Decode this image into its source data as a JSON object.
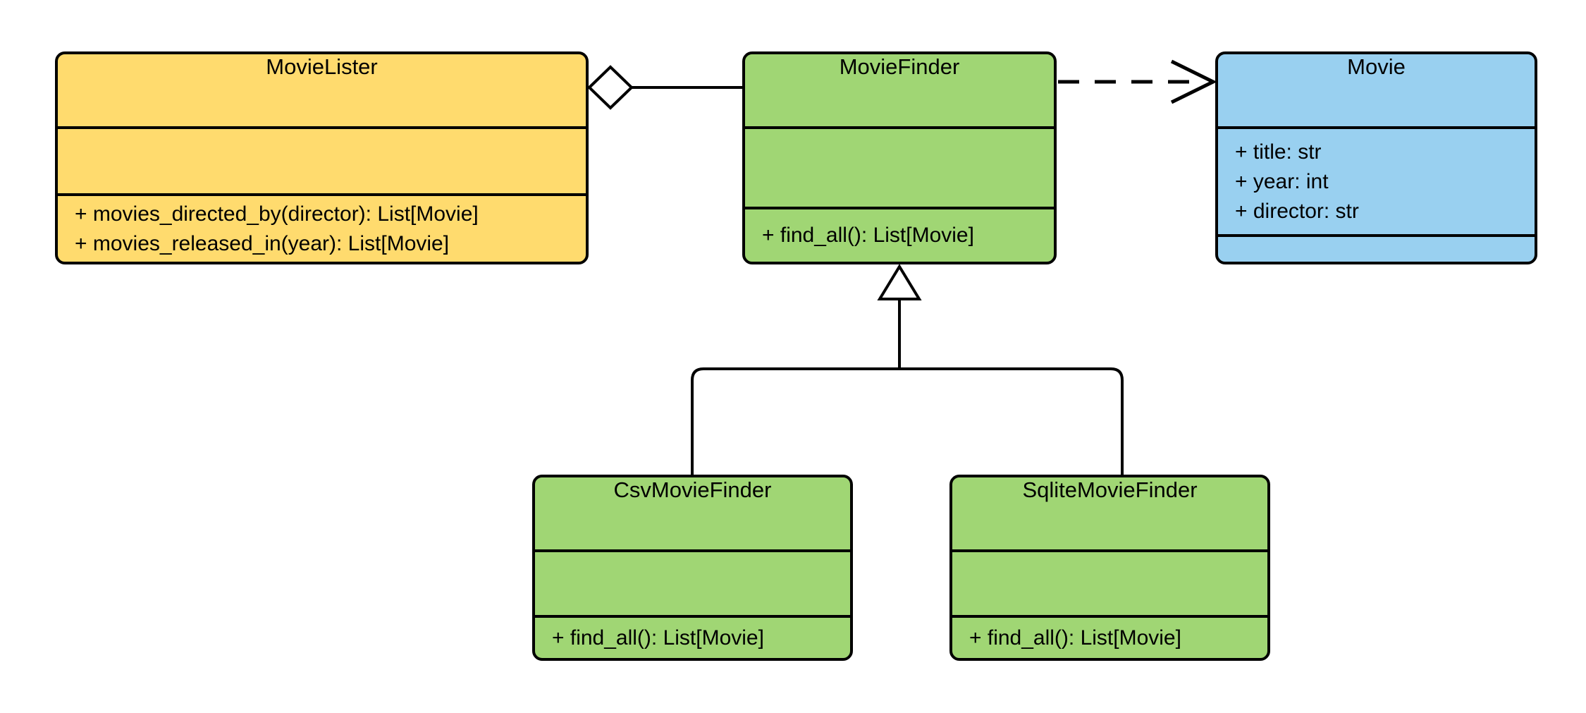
{
  "diagram": {
    "kind": "uml-class-diagram",
    "background": "#FFFFFF",
    "line_color": "#000000"
  },
  "classes": [
    {
      "name": "MovieLister",
      "fill": "#FFDB6E",
      "attributes": [],
      "methods": [
        "+ movies_directed_by(director): List[Movie]",
        "+ movies_released_in(year): List[Movie]"
      ]
    },
    {
      "name": "MovieFinder",
      "fill": "#A0D674",
      "attributes": [],
      "methods": [
        "+ find_all(): List[Movie]"
      ]
    },
    {
      "name": "Movie",
      "fill": "#99D0F0",
      "attributes": [
        "+ title: str",
        "+ year: int",
        "+ director: str"
      ],
      "methods": []
    },
    {
      "name": "CsvMovieFinder",
      "fill": "#A0D674",
      "attributes": [],
      "methods": [
        "+ find_all(): List[Movie]"
      ]
    },
    {
      "name": "SqliteMovieFinder",
      "fill": "#A0D674",
      "attributes": [],
      "methods": [
        "+ find_all(): List[Movie]"
      ]
    }
  ],
  "relationships": [
    {
      "type": "aggregation",
      "owner": "MovieLister",
      "part": "MovieFinder"
    },
    {
      "type": "dependency",
      "from": "MovieFinder",
      "to": "Movie"
    },
    {
      "type": "generalization",
      "child": "CsvMovieFinder",
      "parent": "MovieFinder"
    },
    {
      "type": "generalization",
      "child": "SqliteMovieFinder",
      "parent": "MovieFinder"
    }
  ]
}
